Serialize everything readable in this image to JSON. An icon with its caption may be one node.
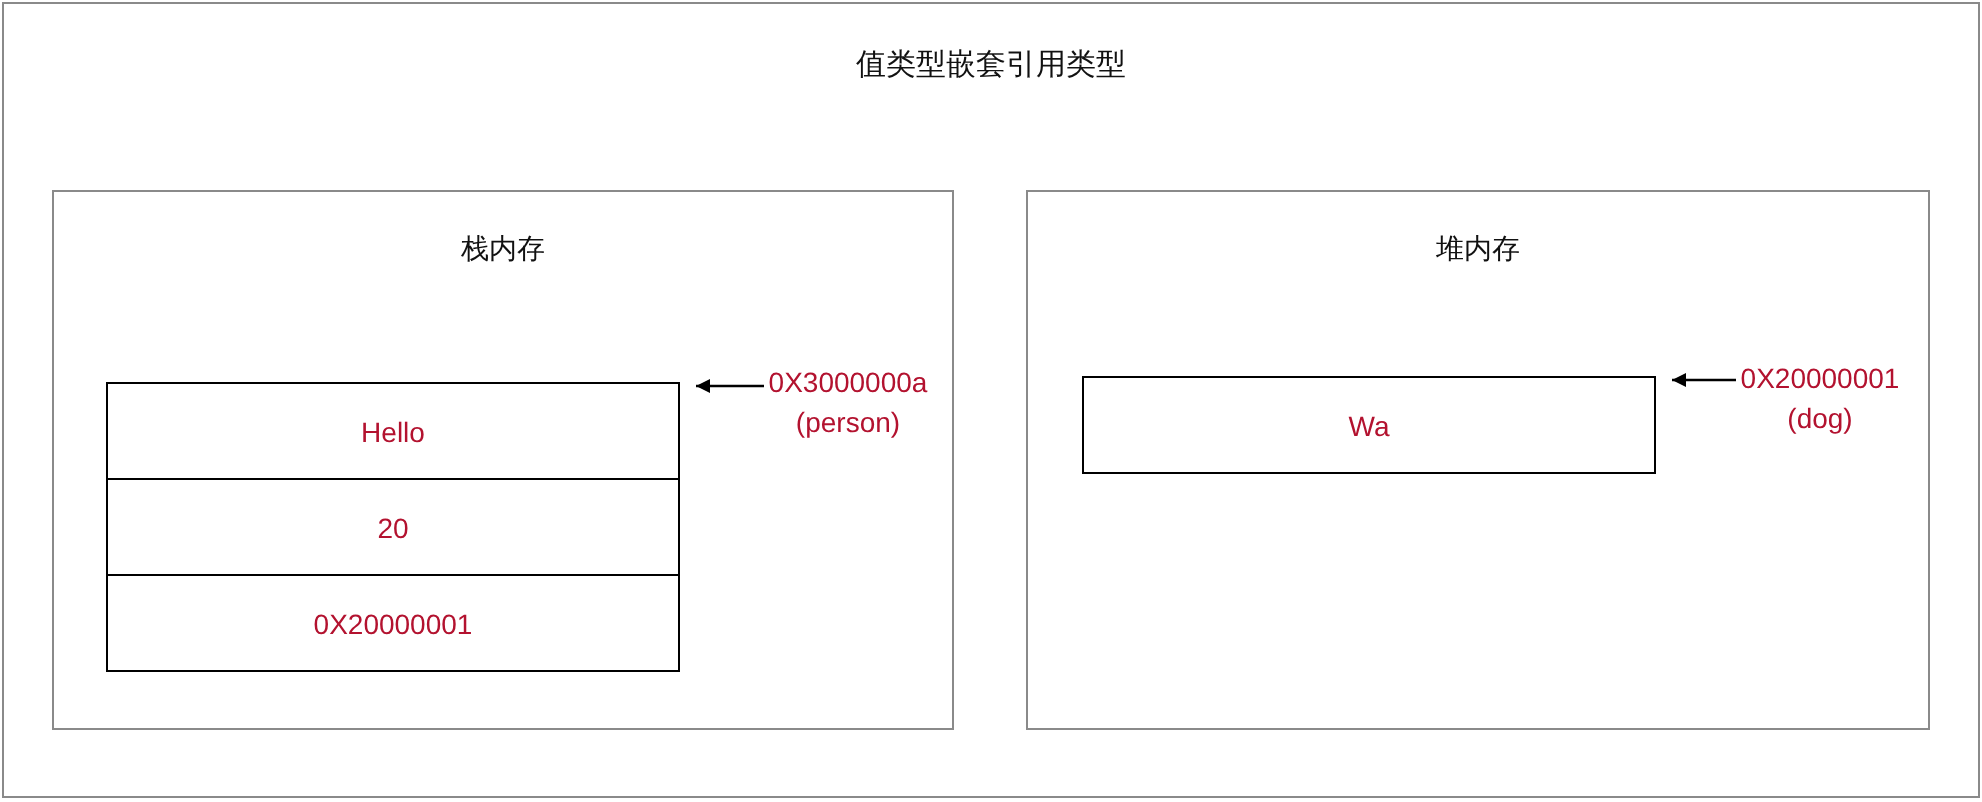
{
  "diagram": {
    "nodes": [
      {
        "text": [
          "值类型嵌套引用类型"
        ]
      },
      {
        "text": [
          "栈内存"
        ],
        "in": 0
      },
      {
        "text": [
          "Hello"
        ],
        "in": 1
      },
      {
        "text": [
          "20"
        ],
        "in": 1
      },
      {
        "text": [
          "0X20000001"
        ],
        "in": 1
      },
      {
        "text": [
          "0X3000000a (person)"
        ],
        "in": 1
      },
      {
        "text": [
          "堆内存"
        ],
        "in": 0
      },
      {
        "text": [
          "Wa"
        ],
        "in": 6
      },
      {
        "text": [
          "0X20000001 (dog)"
        ],
        "in": 6
      }
    ],
    "edges": [
      {
        "from": 5,
        "to": 2,
        "arrow": "to"
      },
      {
        "from": 8,
        "to": 7,
        "arrow": "to"
      }
    ]
  }
}
